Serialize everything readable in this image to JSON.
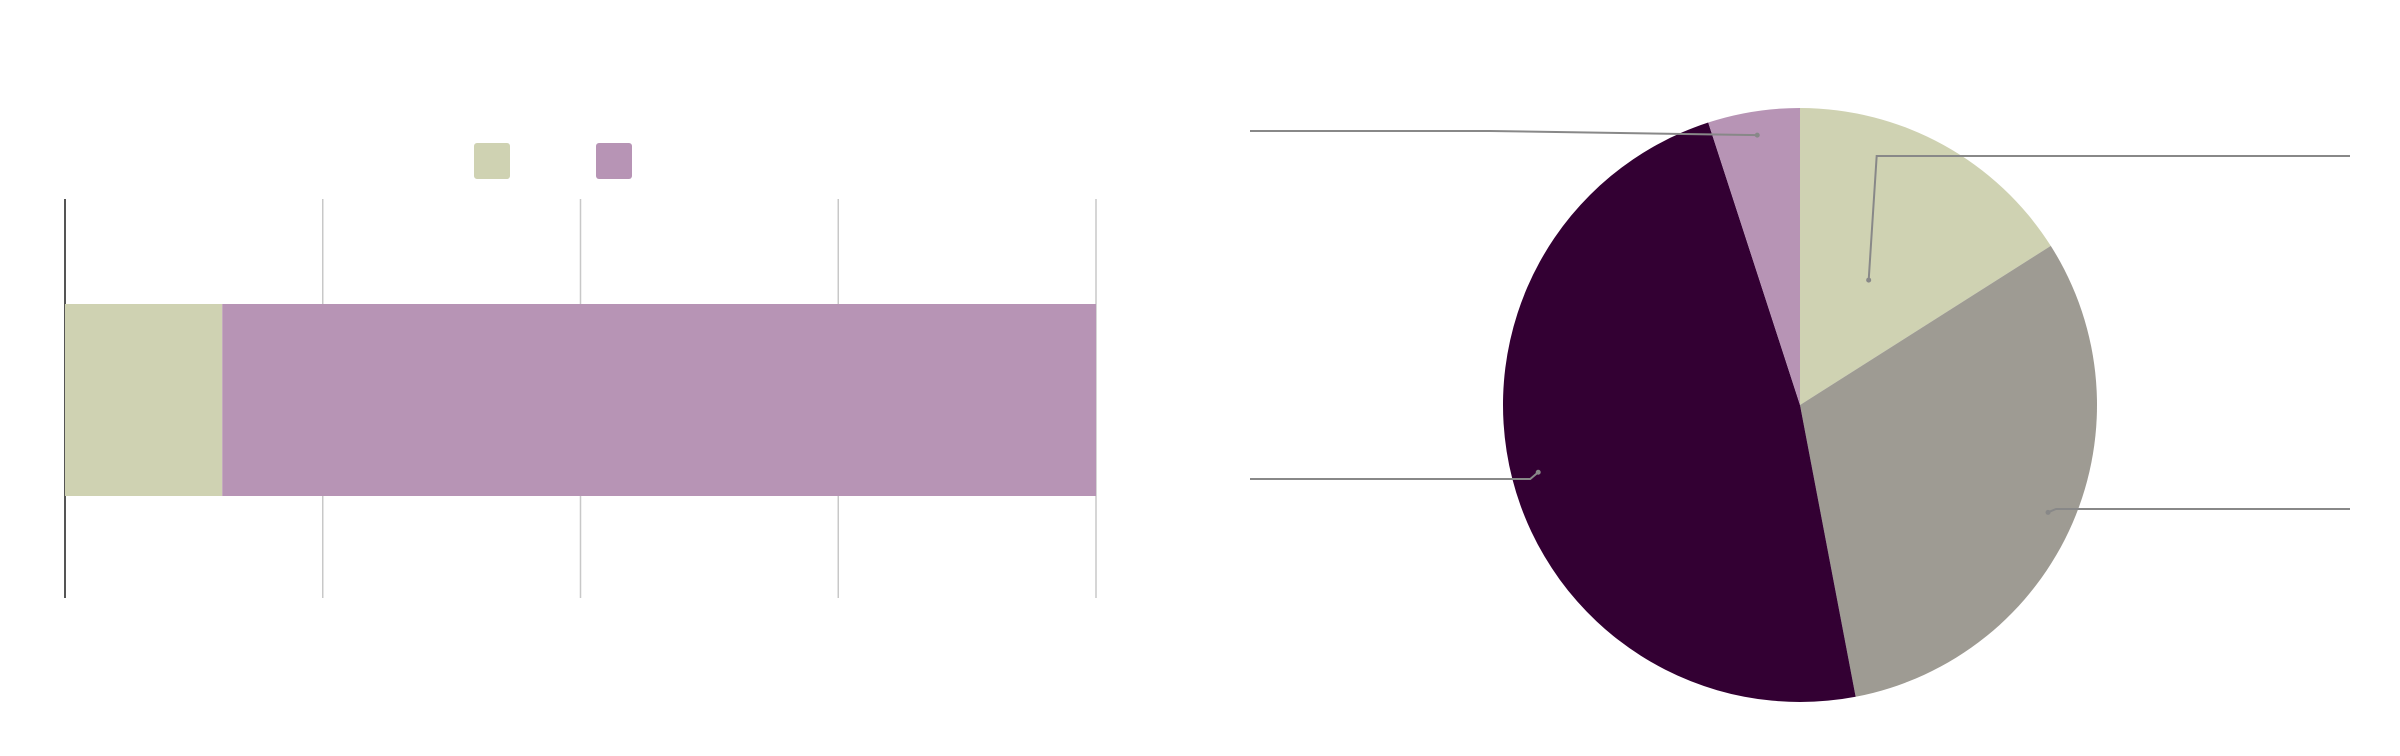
{
  "chart_data": [
    {
      "type": "bar",
      "orientation": "horizontal",
      "stacked": true,
      "categories": [
        ""
      ],
      "series": [
        {
          "values": [
            18
          ],
          "color": "#cfd2b2"
        },
        {
          "values": [
            100
          ],
          "color": "#b794b5"
        }
      ],
      "xlim": [
        0,
        118
      ],
      "grid": true,
      "legend": "top-center"
    },
    {
      "type": "pie",
      "labels": [
        "",
        "",
        "",
        ""
      ],
      "values": [
        16,
        31,
        48,
        5
      ],
      "colors": [
        "#cfd2b2",
        "#9e9b93",
        "#330033",
        "#b794b5"
      ],
      "start_angle": 0,
      "direction": "clockwise",
      "leader_lines": true
    }
  ],
  "colors": {
    "background": "#ffffff",
    "gridline": "#c8c8c8",
    "axis": "#555555",
    "leader_line": "#888888"
  }
}
